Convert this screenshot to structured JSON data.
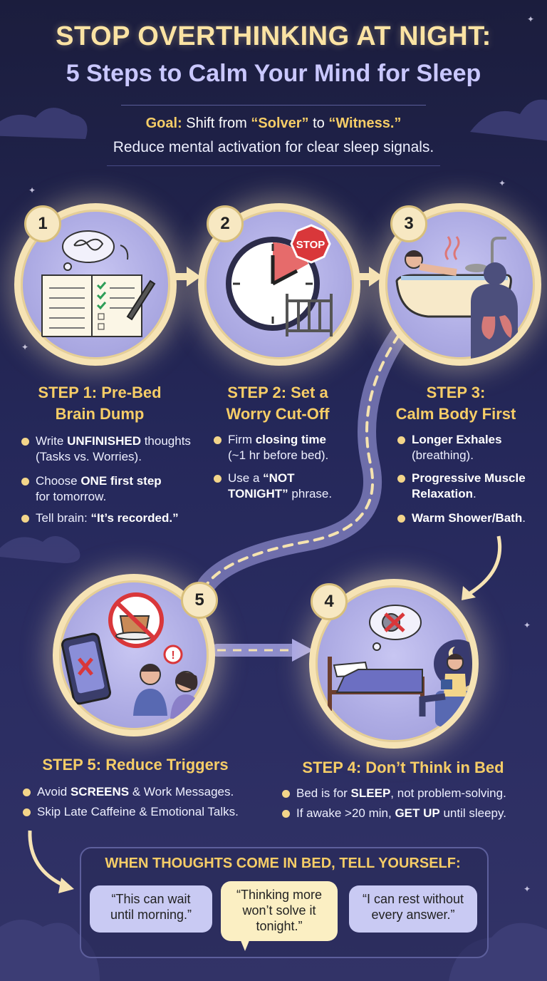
{
  "header": {
    "title": "STOP OVERTHINKING AT NIGHT:",
    "subtitle": "5 Steps to Calm Your Mind for Sleep",
    "goal_label": "Goal:",
    "goal_text_a": "Shift from",
    "goal_solver": "“Solver”",
    "goal_to": "to",
    "goal_witness": "“Witness.”",
    "goal_line2": "Reduce mental activation for clear sleep signals."
  },
  "steps": [
    {
      "number": "1",
      "title_line1": "STEP 1: Pre-Bed",
      "title_line2": "Brain Dump",
      "bullets": [
        {
          "pre": "Write ",
          "bold": "UNFINISHED",
          "post": " thoughts",
          "line2": "(Tasks vs. Worries)."
        },
        {
          "pre": "Choose ",
          "bold": "ONE first step",
          "post": "",
          "line2": "for tomorrow."
        },
        {
          "pre": "Tell brain: ",
          "bold": "“It’s recorded.”",
          "post": "",
          "line2": ""
        }
      ]
    },
    {
      "number": "2",
      "title_line1": "STEP 2: Set a",
      "title_line2": "Worry Cut-Off",
      "stop_sign": "STOP",
      "bullets": [
        {
          "pre": "Firm ",
          "bold": "closing time",
          "post": "",
          "line2": "(~1 hr before bed)."
        },
        {
          "pre": "Use a ",
          "bold": "“NOT",
          "post": "",
          "line2_bold": "TONIGHT”",
          "line2": " phrase."
        }
      ]
    },
    {
      "number": "3",
      "title_line1": "STEP 3:",
      "title_line2": "Calm Body First",
      "bullets": [
        {
          "pre": "",
          "bold": "Longer Exhales",
          "post": "",
          "line2": "(breathing)."
        },
        {
          "pre": "",
          "bold": "Progressive Muscle",
          "post": "",
          "line2_bold": "Relaxation",
          "line2": "."
        },
        {
          "pre": "",
          "bold": "Warm Shower/Bath",
          "post": ".",
          "line2": ""
        }
      ]
    },
    {
      "number": "4",
      "title": "STEP 4: Don’t Think in Bed",
      "bullets": [
        {
          "pre": "Bed is for ",
          "bold": "SLEEP",
          "post": ", not problem-solving."
        },
        {
          "pre": "If awake >20 min, ",
          "bold": "GET UP",
          "post": " until sleepy."
        }
      ]
    },
    {
      "number": "5",
      "title": "STEP 5: Reduce Triggers",
      "bullets": [
        {
          "pre": "Avoid ",
          "bold": "SCREENS",
          "post": " & Work Messages."
        },
        {
          "pre": "Skip Late Caffeine & Emotional Talks.",
          "bold": "",
          "post": ""
        }
      ]
    }
  ],
  "tell_yourself": {
    "title": "WHEN THOUGHTS COME IN BED, TELL YOURSELF:",
    "quotes": [
      {
        "line1": "“This can wait",
        "line2": "until morning.”",
        "line3": ""
      },
      {
        "line1": "“Thinking more",
        "line2": "won’t solve it",
        "line3": "tonight.”"
      },
      {
        "line1": "“I can rest without",
        "line2": "every answer.”",
        "line3": ""
      }
    ]
  },
  "colors": {
    "background": "#1b1d3d",
    "accent_gold": "#f6cd67",
    "circle_ring": "#f6e3b4",
    "lavender": "#aeace4"
  }
}
